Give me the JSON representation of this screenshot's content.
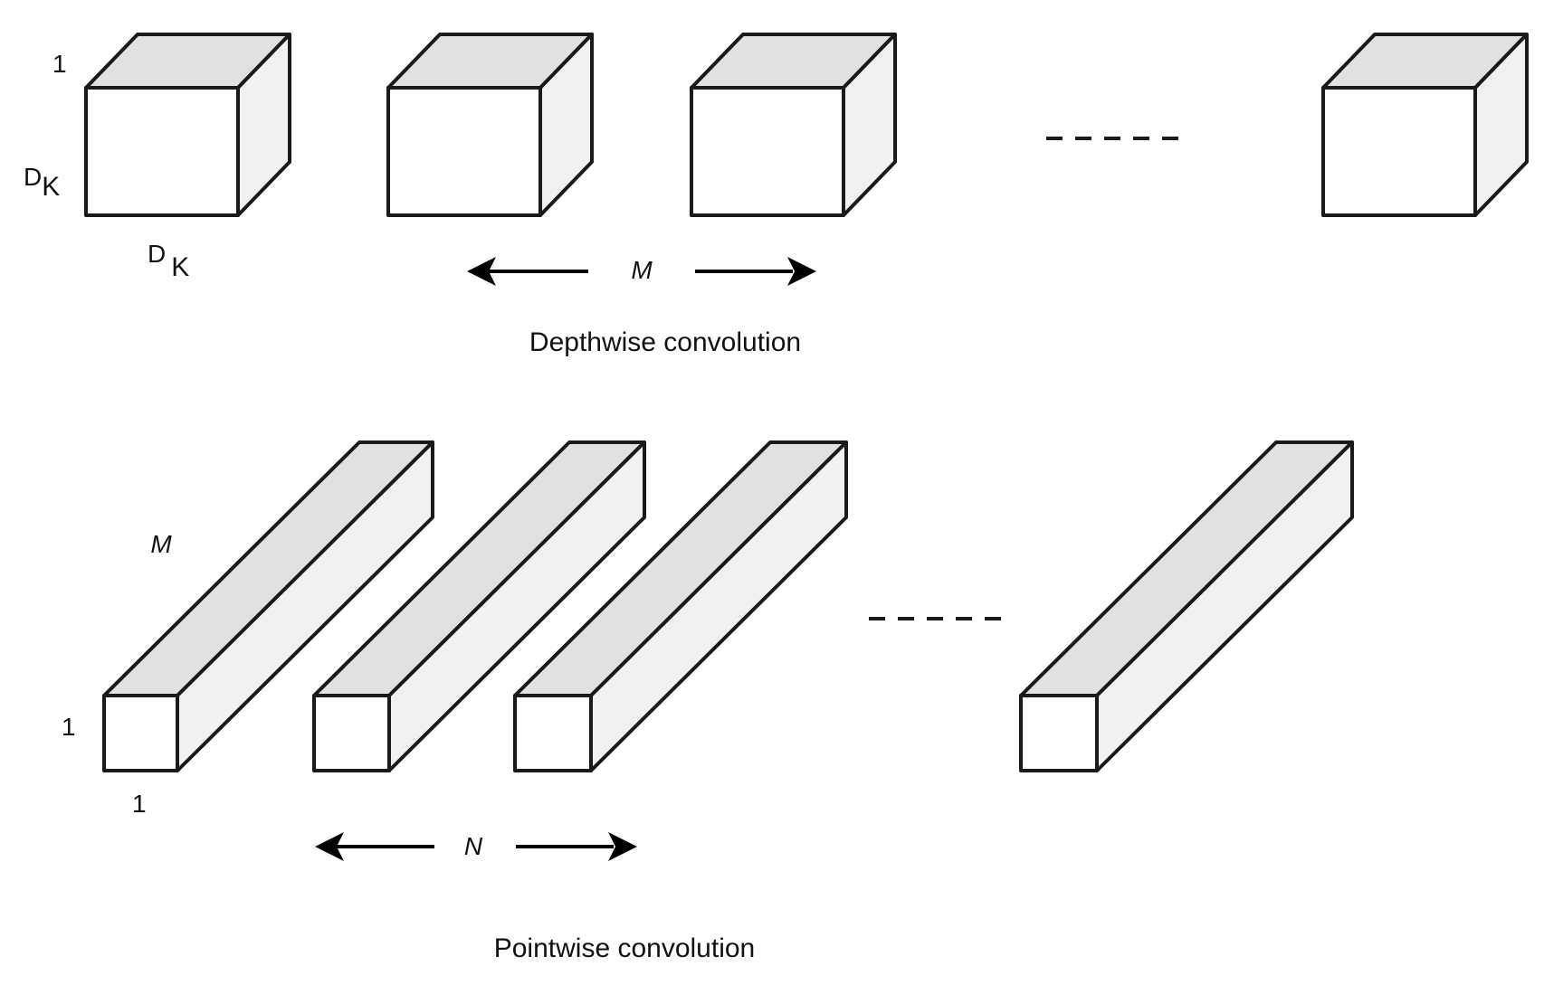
{
  "depthwise": {
    "caption": "Depthwise convolution",
    "height_label": "1",
    "dk_vertical": {
      "d": "D",
      "k": "K"
    },
    "dk_horizontal": {
      "d": "D",
      "k": "K"
    },
    "count_label": "M",
    "kernels_drawn": 4
  },
  "pointwise": {
    "caption": "Pointwise convolution",
    "depth_label": "M",
    "height_label": "1",
    "width_label": "1",
    "count_label": "N",
    "kernels_drawn": 4
  },
  "colors": {
    "stroke": "#1a1a1a",
    "top_face": "#e1e1e1",
    "side_face": "#f1f1f1",
    "front_face": "#ffffff"
  }
}
